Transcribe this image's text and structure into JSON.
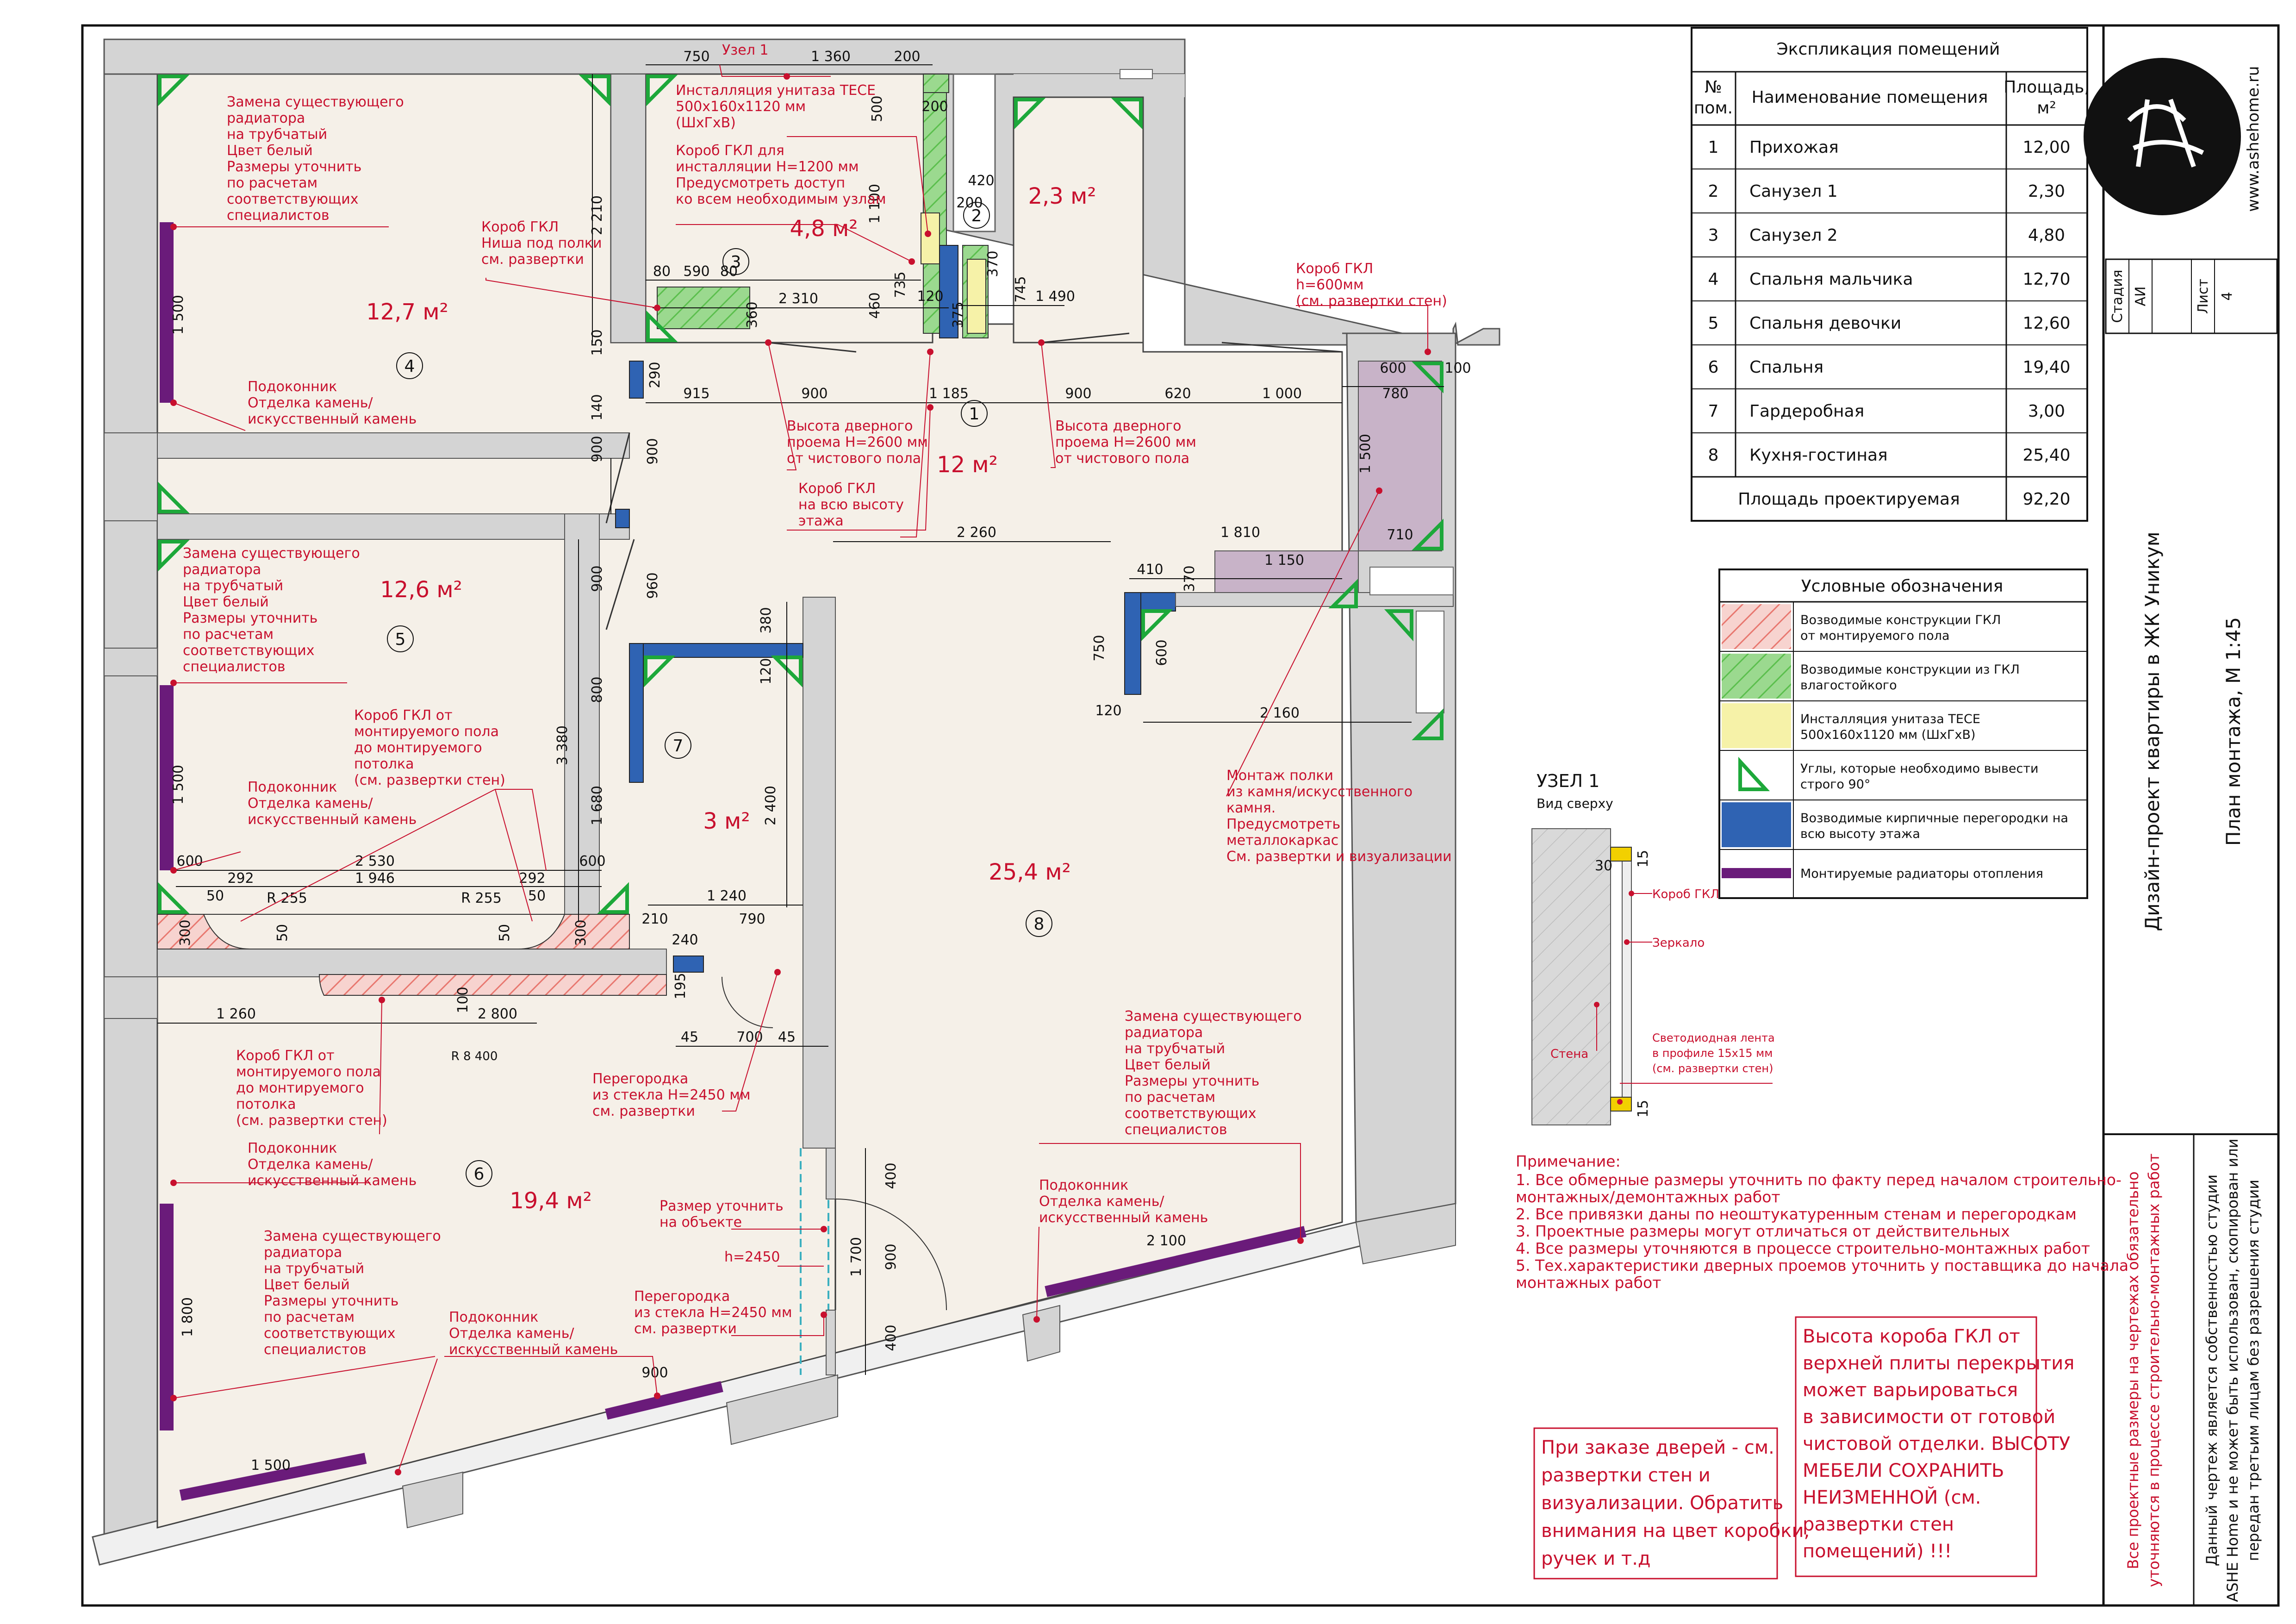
{
  "colors": {
    "red": "#c8102e",
    "wall": "#d4d4d4",
    "floor": "#f5f0e8",
    "gkl_hatch": "#e8776f",
    "gkl_moist": "#5bbf4d",
    "tece": "#f6f2a8",
    "brick": "#2f63b3",
    "radiator": "#6a1b7a",
    "shelf": "#b69ab8"
  },
  "explication": {
    "title": "Экспликация помещений",
    "col_no": "№ пом.",
    "col_name": "Наименование помещения",
    "col_area": "Площадь, м²",
    "rows": [
      {
        "no": "1",
        "name": "Прихожая",
        "area": "12,00"
      },
      {
        "no": "2",
        "name": "Санузел 1",
        "area": "2,30"
      },
      {
        "no": "3",
        "name": "Санузел 2",
        "area": "4,80"
      },
      {
        "no": "4",
        "name": "Спальня мальчика",
        "area": "12,70"
      },
      {
        "no": "5",
        "name": "Спальня девочки",
        "area": "12,60"
      },
      {
        "no": "6",
        "name": "Спальня",
        "area": "19,40"
      },
      {
        "no": "7",
        "name": "Гардеробная",
        "area": "3,00"
      },
      {
        "no": "8",
        "name": "Кухня-гостиная",
        "area": "25,40"
      }
    ],
    "total_label": "Площадь проектируемая",
    "total_value": "92,20"
  },
  "legend": {
    "title": "Условные обозначения",
    "items": [
      {
        "key": "gkl_floor",
        "line1": "Возводимые конструкции ГКЛ",
        "line2": "от монтируемого пола"
      },
      {
        "key": "gkl_moist",
        "line1": "Возводимые конструкции из ГКЛ",
        "line2": "влагостойкого"
      },
      {
        "key": "tece",
        "line1": "Инсталляция унитаза TECE",
        "line2": "500х160х1120 мм (ШхГхВ)"
      },
      {
        "key": "corner",
        "line1": "Углы, которые необходимо вывести",
        "line2": "строго 90°"
      },
      {
        "key": "brick",
        "line1": "Возводимые кирпичные перегородки на",
        "line2": "всю высоту этажа"
      },
      {
        "key": "radiator",
        "line1": "Монтируемые радиаторы отопления",
        "line2": ""
      }
    ]
  },
  "title_block": {
    "company": "www.ashehome.ru",
    "stage_label": "Стадия",
    "stage_value": "АИ",
    "sheet_label": "Лист",
    "sheet_value": "4",
    "project": "Дизайн-проект квартиры в ЖК Уникум",
    "drawing": "План монтажа, М 1:45",
    "note_red_1": "Все проектные размеры на чертежах обязательно",
    "note_red_2": "уточняются в процессе строительно-монтажных работ",
    "copyright_1": "Данный чертеж является собственностью студии",
    "copyright_2": "ASHE Home и не может быть использован, скопирован или",
    "copyright_3": "передан третьим лицам без разрешения студии"
  },
  "rooms": [
    {
      "no": "1",
      "area": "12 м²"
    },
    {
      "no": "2",
      "area": "2,3 м²"
    },
    {
      "no": "3",
      "area": "4,8 м²"
    },
    {
      "no": "4",
      "area": "12,7 м²"
    },
    {
      "no": "5",
      "area": "12,6 м²"
    },
    {
      "no": "6",
      "area": "19,4 м²"
    },
    {
      "no": "7",
      "area": "3 м²"
    },
    {
      "no": "8",
      "area": "25,4 м²"
    }
  ],
  "annotations": {
    "uzel1_link": "Узел 1",
    "tece_install": [
      "Инсталляция унитаза TECE",
      "500х160х1120 мм",
      "(ШхГхВ)"
    ],
    "box_install": [
      "Короб ГКЛ для",
      "инсталляции Н=1200 мм",
      "Предусмотреть доступ",
      "ко всем необходимым узлам"
    ],
    "niche": [
      "Короб ГКЛ",
      "Ниша под полки",
      "см. развертки"
    ],
    "box_600": [
      "Короб ГКЛ",
      "h=600мм",
      "(см. развертки стен)"
    ],
    "door_h_left": [
      "Высота дверного",
      "проема Н=2600 мм",
      "от чистового пола"
    ],
    "door_h_right": [
      "Высота дверного",
      "проема Н=2600 мм",
      "от чистового пола"
    ],
    "box_full": [
      "Короб ГКЛ",
      "на всю высоту",
      "этажа"
    ],
    "radiator_4": [
      "Замена существующего",
      "радиатора",
      "на трубчатый",
      "Цвет белый",
      "Размеры уточнить",
      "по расчетам",
      "соответствующих",
      "специалистов"
    ],
    "sill_4": [
      "Подоконник",
      "Отделка камень/",
      "искусственный камень"
    ],
    "radiator_5": [
      "Замена существующего",
      "радиатора",
      "на трубчатый",
      "Цвет белый",
      "Размеры уточнить",
      "по расчетам",
      "соответствующих",
      "специалистов"
    ],
    "sill_5": [
      "Подоконник",
      "Отделка камень/",
      "искусственный камень"
    ],
    "box_floor_5": [
      "Короб ГКЛ от",
      "монтируемого пола",
      "до монтируемого",
      "потолка",
      "(см. развертки стен)"
    ],
    "box_floor_6": [
      "Короб ГКЛ от",
      "монтируемого пола",
      "до монтируемого",
      "потолка",
      "(см. развертки стен)"
    ],
    "sill_6": [
      "Подоконник",
      "Отделка камень/",
      "искусственный камень"
    ],
    "radiator_6": [
      "Замена существующего",
      "радиатора",
      "на трубчатый",
      "Цвет белый",
      "Размеры уточнить",
      "по расчетам",
      "соответствующих",
      "специалистов"
    ],
    "sill_6b": [
      "Подоконник",
      "Отделка камень/",
      "искусственный камень"
    ],
    "glass_1": [
      "Перегородка",
      "из стекла Н=2450 мм",
      "см. развертки"
    ],
    "glass_2": [
      "Перегородка",
      "из стекла Н=2450 мм",
      "см. развертки"
    ],
    "size_check": [
      "Размер уточнить",
      "на объекте"
    ],
    "h2450": "h=2450",
    "radiator_8": [
      "Замена существующего",
      "радиатора",
      "на трубчатый",
      "Цвет белый",
      "Размеры уточнить",
      "по расчетам",
      "соответствующих",
      "специалистов"
    ],
    "sill_8": [
      "Подоконник",
      "Отделка камень/",
      "искусственный камень"
    ],
    "shelf": [
      "Монтаж полки",
      "из камня/искусственного",
      "камня.",
      "Предусмотреть",
      "металлокаркас",
      "См. развертки и визуализации"
    ]
  },
  "node": {
    "title": "УЗЕЛ 1",
    "subtitle": "Вид сверху",
    "box": "Короб ГКЛ",
    "mirror": "Зеркало",
    "wall": "Стена",
    "led": [
      "Светодиодная лента",
      "в профиле 15х15 мм",
      "(см. развертки стен)"
    ],
    "d30": "30",
    "d15a": "15",
    "d15b": "15"
  },
  "notes": {
    "title": "Примечание:",
    "lines": [
      "1. Все обмерные размеры уточнить по факту перед началом строительно-",
      "монтажных/демонтажных работ",
      "2. Все привязки даны по неоштукатуренным стенам и перегородкам",
      "3. Проектные размеры могут отличаться от действительных",
      "4. Все размеры уточняются в процессе строительно-монтажных работ",
      "5. Тех.характеристики дверных проемов уточнить у поставщика до начала",
      "монтажных работ"
    ]
  },
  "box_doors": [
    "При заказе дверей - см.",
    "развертки стен и",
    "визуализации. Обратить",
    "внимания на цвет коробки,",
    "ручек и т.д"
  ],
  "box_height": [
    "Высота короба ГКЛ от",
    "верхней плиты перекрытия",
    "может варьироваться",
    "в зависимости от готовой",
    "чистовой отделки. ВЫСОТУ",
    "МЕБЕЛИ СОХРАНИТЬ",
    "НЕИЗМЕННОЙ (см.",
    "развертки стен",
    "помещений) !!!"
  ],
  "dims": {
    "d750": "750",
    "d1360": "1 360",
    "d200a": "200",
    "d500": "500",
    "d200b": "200",
    "d420": "420",
    "d200c": "200",
    "d1100": "1 100",
    "d2210": "2 210",
    "d80": "80",
    "d590": "590",
    "d80b": "80",
    "d360": "360",
    "d2310": "2 310",
    "d460": "460",
    "d735": "735",
    "d120a": "120",
    "d370": "370",
    "d375": "375",
    "d745": "745",
    "d1490": "1 490",
    "d150": "150",
    "d290": "290",
    "d915": "915",
    "d900a": "900",
    "d1185": "1 185",
    "d900b": "900",
    "d620": "620",
    "d1000": "1 000",
    "d600a": "600",
    "d780": "780",
    "d100a": "100",
    "d1500a": "1 500",
    "d710": "710",
    "d140": "140",
    "d900c": "900",
    "d900d": "900",
    "d2260": "2 260",
    "d1810": "1 810",
    "d1150": "1 150",
    "d410": "410",
    "d370b": "370",
    "d750b": "750",
    "d600b": "600",
    "d120b": "120",
    "d2160": "2 160",
    "d960": "960",
    "d380": "380",
    "d120c": "120",
    "d800": "800",
    "d3380": "3 380",
    "d1680": "1 680",
    "d2400": "2 400",
    "d900e": "900",
    "d1500b": "1 500",
    "d1500c": "1 500",
    "d600c": "600",
    "d2530": "2 530",
    "d600d": "600",
    "d292a": "292",
    "d1946": "1 946",
    "d292b": "292",
    "d50a": "50",
    "dR255a": "R 255",
    "dR255b": "R 255",
    "d50b": "50",
    "d50c": "50",
    "d50d": "50",
    "d300a": "300",
    "d300b": "300",
    "d1240": "1 240",
    "d210": "210",
    "d790": "790",
    "d240": "240",
    "d1260": "1 260",
    "d100b": "100",
    "d2800": "2 800",
    "dR8400": "R 8 400",
    "d195": "195",
    "d45a": "45",
    "d700": "700",
    "d45b": "45",
    "d400a": "400",
    "d1700": "1 700",
    "d900f": "900",
    "d400b": "400",
    "d1800": "1 800",
    "d2100": "2 100",
    "d900g": "900",
    "d1500d": "1 500"
  }
}
